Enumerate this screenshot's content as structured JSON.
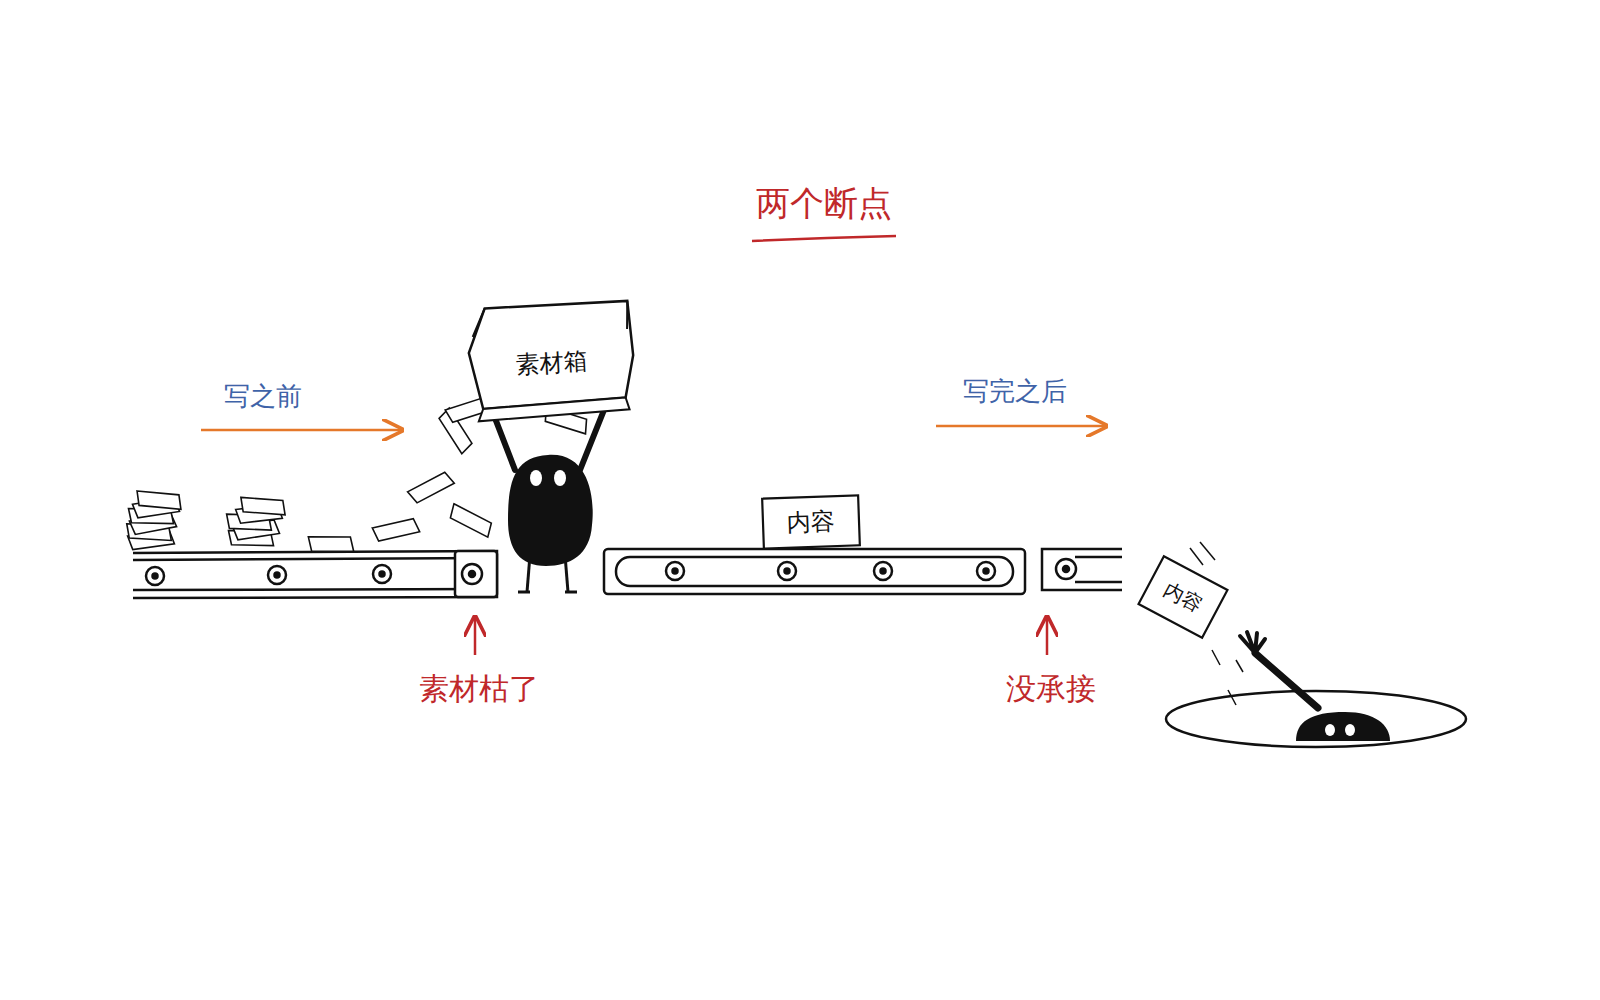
{
  "diagram": {
    "title": "两个断点",
    "nodes": [
      {
        "text": [
          "素材箱"
        ]
      },
      {
        "text": [
          "内容"
        ]
      },
      {
        "text": [
          "内容"
        ]
      }
    ],
    "labels": [
      "写之前",
      "写完之后",
      "素材枯了",
      "没承接"
    ]
  }
}
